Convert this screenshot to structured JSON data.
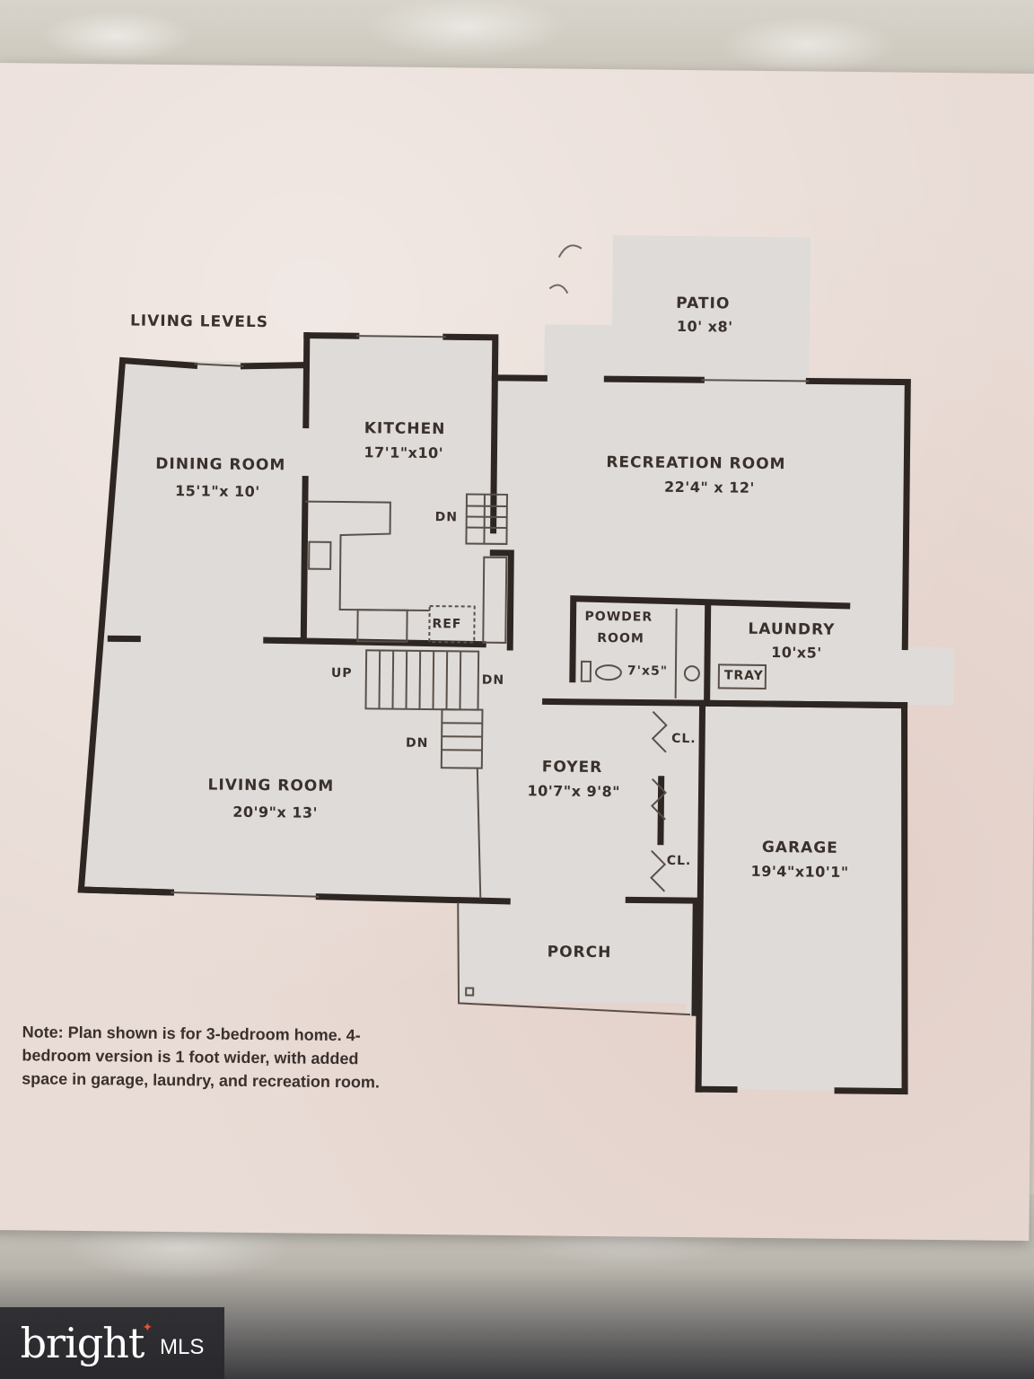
{
  "heading": "LIVING LEVELS",
  "rooms": {
    "patio": {
      "name": "PATIO",
      "dim": "10' x8'"
    },
    "kitchen": {
      "name": "KITCHEN",
      "dim": "17'1\"x10'"
    },
    "dining": {
      "name": "DINING ROOM",
      "dim": "15'1\"x 10'"
    },
    "recreation": {
      "name": "RECREATION ROOM",
      "dim": "22'4\" x 12'"
    },
    "powder": {
      "name1": "POWDER",
      "name2": "ROOM",
      "dim": "7'x5\""
    },
    "laundry": {
      "name": "LAUNDRY",
      "dim": "10'x5'",
      "tray": "TRAY"
    },
    "foyer": {
      "name": "FOYER",
      "dim": "10'7\"x 9'8\""
    },
    "living": {
      "name": "LIVING ROOM",
      "dim": "20'9\"x 13'"
    },
    "garage": {
      "name": "GARAGE",
      "dim": "19'4\"x10'1\""
    },
    "porch": {
      "name": "PORCH"
    }
  },
  "fixtures": {
    "ref": "REF",
    "up": "UP",
    "dn1": "DN",
    "dn2": "DN",
    "dn3": "DN",
    "cl1": "CL.",
    "cl2": "CL."
  },
  "note": "Note: Plan shown is for 3-bedroom home. 4-bedroom version is 1 foot wider, with added space in garage, laundry, and recreation room.",
  "watermark": {
    "brand": "bright",
    "suffix": "MLS"
  },
  "colors": {
    "wall": "#2e2622",
    "paper": "#e9dcd6",
    "floor": "#dedbd8"
  }
}
